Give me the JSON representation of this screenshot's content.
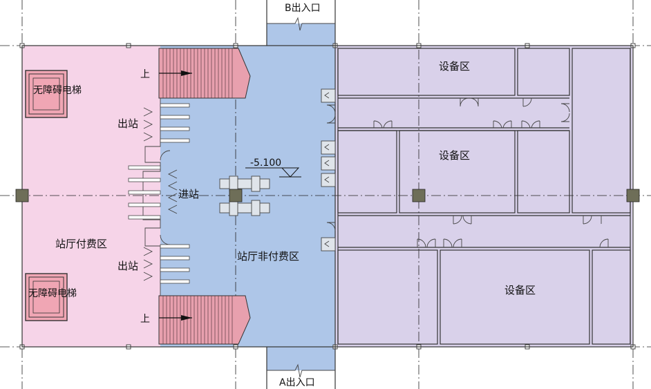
{
  "labels": {
    "entrance_b": "B出入口",
    "entrance_a": "A出入口",
    "elevator_top": "无障碍电梯",
    "elevator_bottom": "无障碍电梯",
    "exit_top": "出站",
    "exit_bottom": "出站",
    "entry": "进站",
    "paid_area": "站厅付费区",
    "unpaid_area": "站厅非付费区",
    "equip_1": "设备区",
    "equip_2": "设备区",
    "equip_3": "设备区",
    "elevation": "-5.100",
    "stair_up_top": "上",
    "stair_up_bottom": "上"
  },
  "colors": {
    "paid_zone": "#f6d4e8",
    "unpaid_zone": "#aec6e8",
    "equipment_zone": "#d9d1ea",
    "stair_fill": "#e8a0ae",
    "elevator_fill": "#f0a6b4",
    "column_fill": "#6e6e58"
  }
}
